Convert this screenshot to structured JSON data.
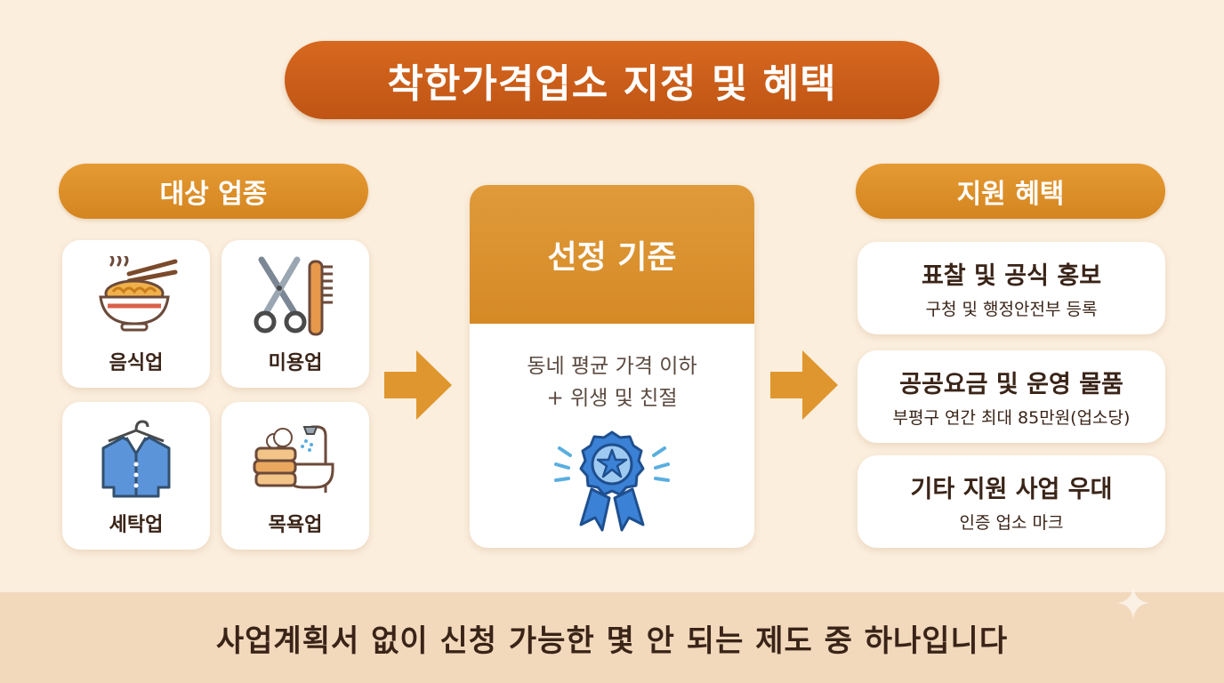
{
  "title": "착한가격업소 지정 및 혜택",
  "industries": {
    "heading": "대상 업종",
    "items": [
      {
        "label": "음식업",
        "icon": "noodle-bowl-icon"
      },
      {
        "label": "미용업",
        "icon": "scissors-comb-icon"
      },
      {
        "label": "세탁업",
        "icon": "shirt-hanger-icon"
      },
      {
        "label": "목욕업",
        "icon": "bathtub-towels-icon"
      }
    ]
  },
  "criteria": {
    "heading": "선정 기준",
    "line1": "동네 평균 가격 이하",
    "line2": "+ 위생 및 친절",
    "icon": "award-badge-icon"
  },
  "benefits": {
    "heading": "지원 혜택",
    "items": [
      {
        "title": "표찰 및 공식 홍보",
        "sub": "구청 및 행정안전부 등록"
      },
      {
        "title": "공공요금 및 운영 물품",
        "sub": "부평구 연간 최대 85만원(업소당)"
      },
      {
        "title": "기타 지원 사업 우대",
        "sub": "인증 업소 마크"
      }
    ]
  },
  "footer": "사업계획서 없이 신청 가능한 몇 안 되는 제도 중 하나입니다",
  "colors": {
    "background": "#fbeedd",
    "title_pill": "#c95a17",
    "section_pill": "#dc8e28",
    "arrow": "#e0962e",
    "badge_blue": "#3b82d6",
    "text_dark": "#3a2418",
    "footer_band": "#f2d9bc"
  }
}
